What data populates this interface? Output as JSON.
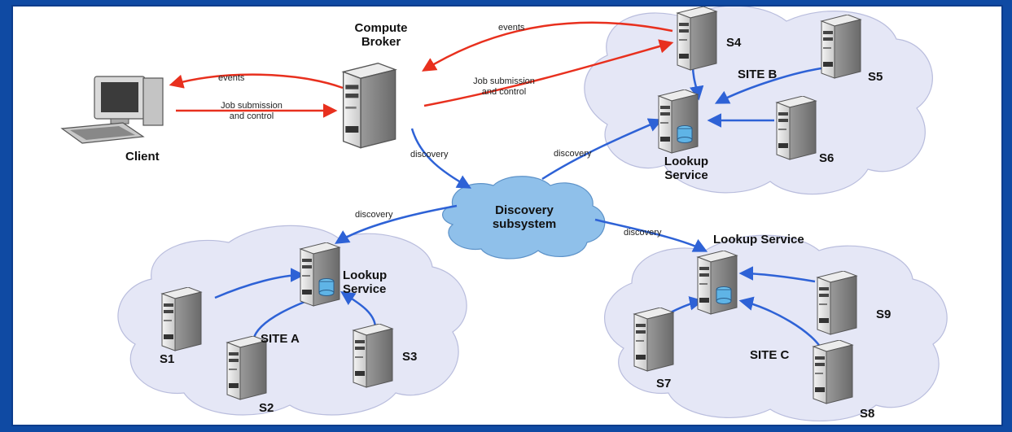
{
  "labels": {
    "broker": [
      "Compute",
      "Broker"
    ],
    "client": "Client",
    "discovery_cloud": [
      "Discovery",
      "subsystem"
    ],
    "site_a": "SITE A",
    "site_b": "SITE B",
    "site_c": "SITE C",
    "lookup_a": [
      "Lookup",
      "Service"
    ],
    "lookup_b": [
      "Lookup",
      "Service"
    ],
    "lookup_c": "Lookup Service",
    "servers": [
      "S1",
      "S2",
      "S3",
      "S4",
      "S5",
      "S6",
      "S7",
      "S8",
      "S9"
    ]
  },
  "edge_labels": {
    "events": "events",
    "events_top": "events",
    "job_client": [
      "Job submission",
      "and control"
    ],
    "job_broker": [
      "Job submission",
      "and control"
    ],
    "discovery_broker": "discovery",
    "discovery_siteb": "discovery",
    "discovery_sitea": "discovery",
    "discovery_sitec": "discovery"
  },
  "colors": {
    "frame_border": "#0f4aa3",
    "control_arrow": "#e8301e",
    "discovery_arrow": "#2e62d6",
    "site_cloud": "#e5e7f6",
    "discovery_cloud": "#8fc0ea"
  }
}
